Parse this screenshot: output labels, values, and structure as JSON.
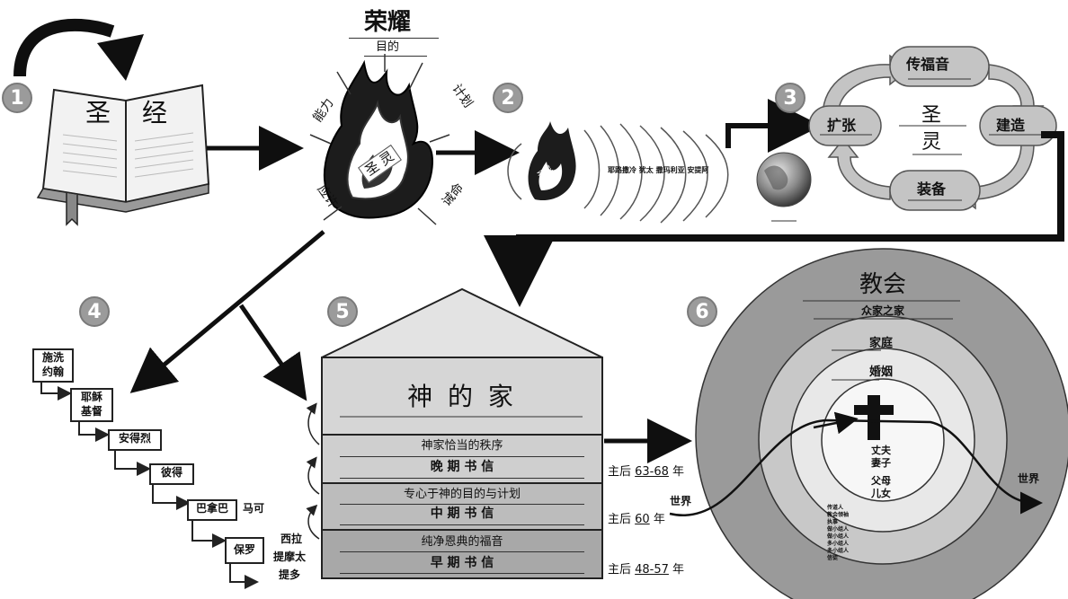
{
  "steps": [
    "1",
    "2",
    "3",
    "4",
    "5",
    "6"
  ],
  "bible": {
    "left": "圣",
    "right": "经"
  },
  "fire": {
    "title": "荣耀",
    "subtitle": "目的",
    "spirit": "圣 灵",
    "left_top": "能力",
    "right_top": "计划",
    "left_bottom": "应许",
    "right_bottom": "诫命"
  },
  "spread": {
    "spirit_small": "圣灵",
    "places": "耶路撒冷 犹太 撒玛利亚 安提阿"
  },
  "cycle": {
    "top": "传福音",
    "left": "扩张",
    "right": "建造",
    "bottom": "装备",
    "center_top": "圣",
    "center_bottom": "灵"
  },
  "chain": [
    {
      "label": "施洗\n约翰"
    },
    {
      "label": "耶稣\n基督"
    },
    {
      "label": "安得烈"
    },
    {
      "label": "彼得"
    },
    {
      "label": "巴拿巴"
    },
    {
      "label": "保罗"
    }
  ],
  "chain_side": {
    "mark": "马可",
    "silas": "西拉",
    "timothy": "提摩太",
    "titus": "提多"
  },
  "house": {
    "title": "神 的 家",
    "floors": [
      {
        "subtitle": "神家恰当的秩序",
        "title": "晚 期 书 信",
        "date_prefix": "主后 ",
        "date": "63-68",
        "date_suffix": " 年"
      },
      {
        "subtitle": "专心于神的目的与计划",
        "title": "中 期 书 信",
        "date_prefix": "主后 ",
        "date": "60",
        "date_suffix": " 年"
      },
      {
        "subtitle": "纯净恩典的福音",
        "title": "早 期 书 信",
        "date_prefix": "主后 ",
        "date": "48-57",
        "date_suffix": " 年"
      }
    ]
  },
  "church": {
    "title": "教会",
    "subtitle": "众家之家",
    "family": "家庭",
    "marriage": "婚姻",
    "husband": "丈夫",
    "wife": "妻子",
    "parents": "父母",
    "children": "儿女",
    "roles": [
      "传道人",
      "教会领袖",
      "执事",
      "做小组人",
      "做小组人",
      "多小组人",
      "多小组人",
      "信徒"
    ],
    "world_left": "世界",
    "world_right": "世界"
  },
  "colors": {
    "arrow": "#0f0f0f",
    "number_badge": "#9b9b9b",
    "outer_circle": "#9a9a9a",
    "middle_circle": "#c8c8c8",
    "inner_circle": "#e8e8e8",
    "house_top": "#d6d6d6",
    "floor_late": "#cfcfcf",
    "floor_mid": "#bcbcbc",
    "floor_early": "#a8a8a8",
    "cycle_arrow": "#c4c4c4"
  }
}
